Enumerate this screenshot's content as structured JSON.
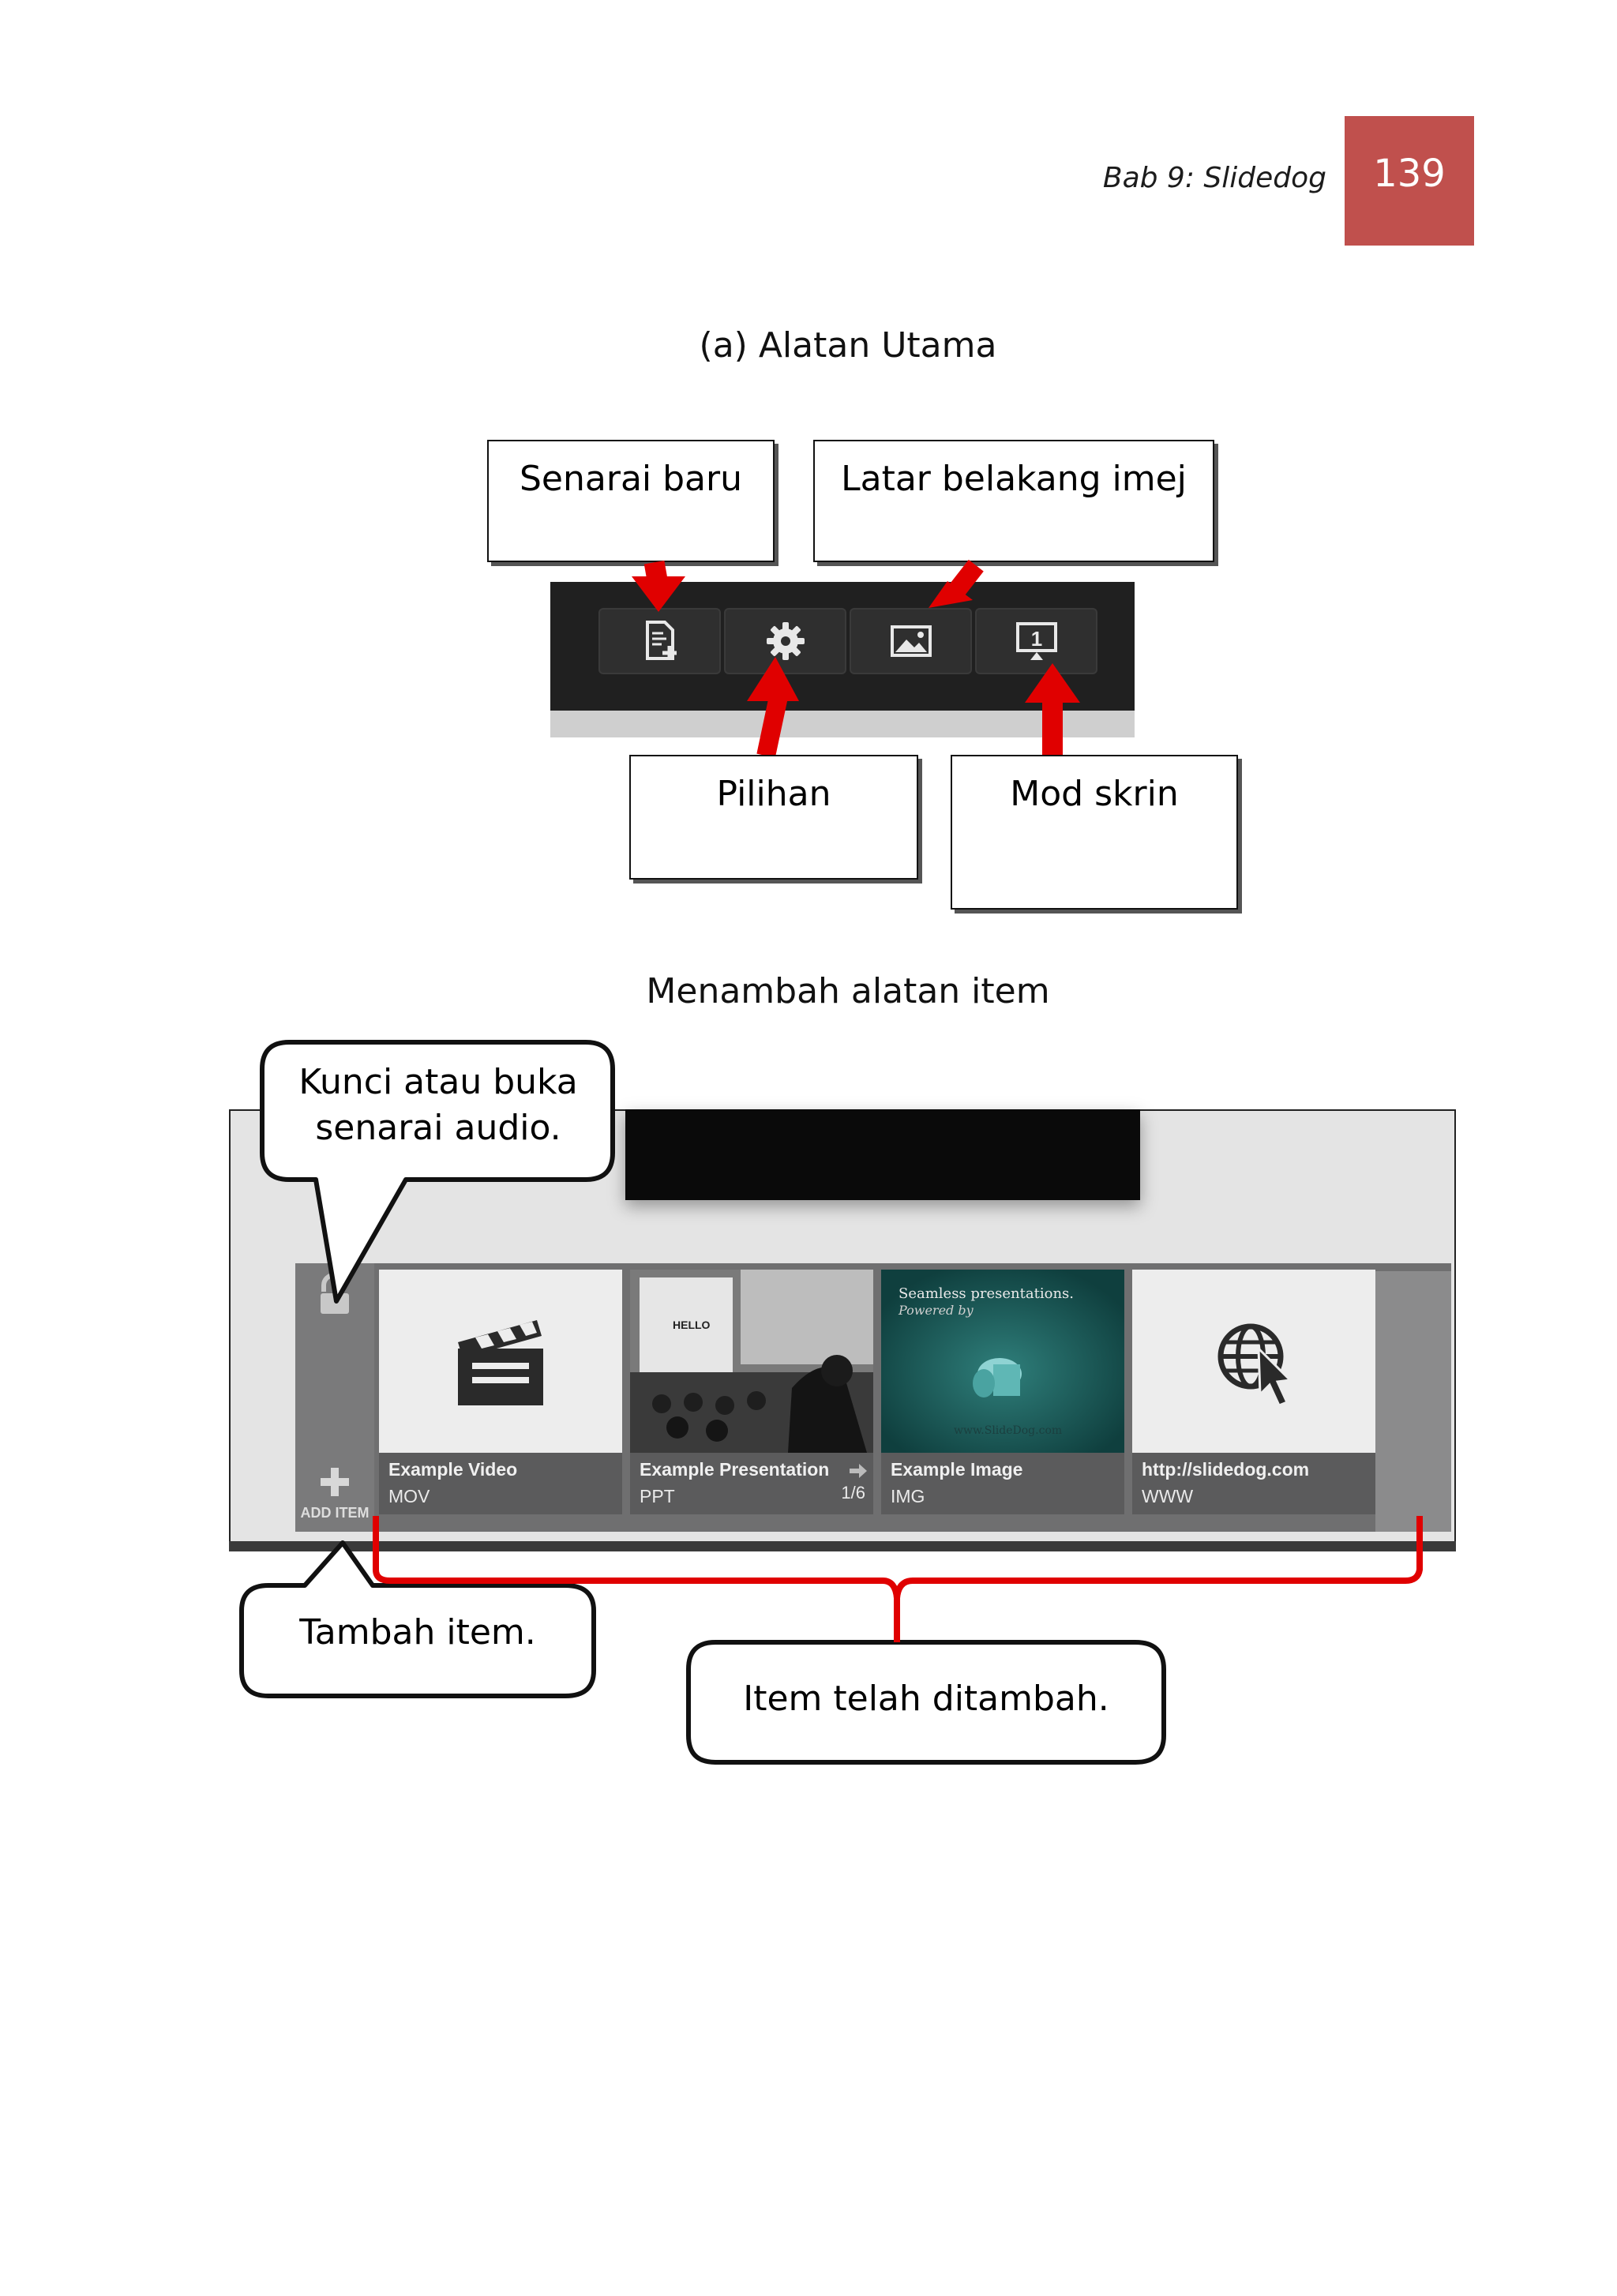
{
  "header": {
    "chapter": "Bab 9: Slidedog",
    "page_number": "139",
    "page_number_color": "#c0504d"
  },
  "section1": {
    "title": "(a) Alatan Utama",
    "labels": {
      "new_list": "Senarai baru",
      "background_image": "Latar belakang imej",
      "options": "Pilihan",
      "screen_mode": "Mod skrin"
    },
    "toolbar_icons": [
      "new-list-icon",
      "gear-icon",
      "image-icon",
      "monitor-icon"
    ],
    "screen_number": "1"
  },
  "section2": {
    "title": "Menambah alatan item",
    "callouts": {
      "lock": "Kunci atau buka senarai audio.",
      "add": "Tambah item.",
      "added": "Item telah ditambah."
    },
    "add_item_label": "ADD ITEM",
    "items": [
      {
        "title": "Example Video",
        "type": "MOV",
        "icon": "clapperboard-icon"
      },
      {
        "title": "Example Presentation",
        "type": "PPT",
        "pages": "1/6",
        "slide_text": "HELLO"
      },
      {
        "title": "Example Image",
        "type": "IMG",
        "caption_line1": "Seamless presentations.",
        "caption_line2": "Powered by",
        "caption_brand": "www.SlideDog.com"
      },
      {
        "title": "http://slidedog.com",
        "type": "WWW",
        "icon": "globe-cursor-icon"
      }
    ],
    "accent_color": "#e00000"
  }
}
